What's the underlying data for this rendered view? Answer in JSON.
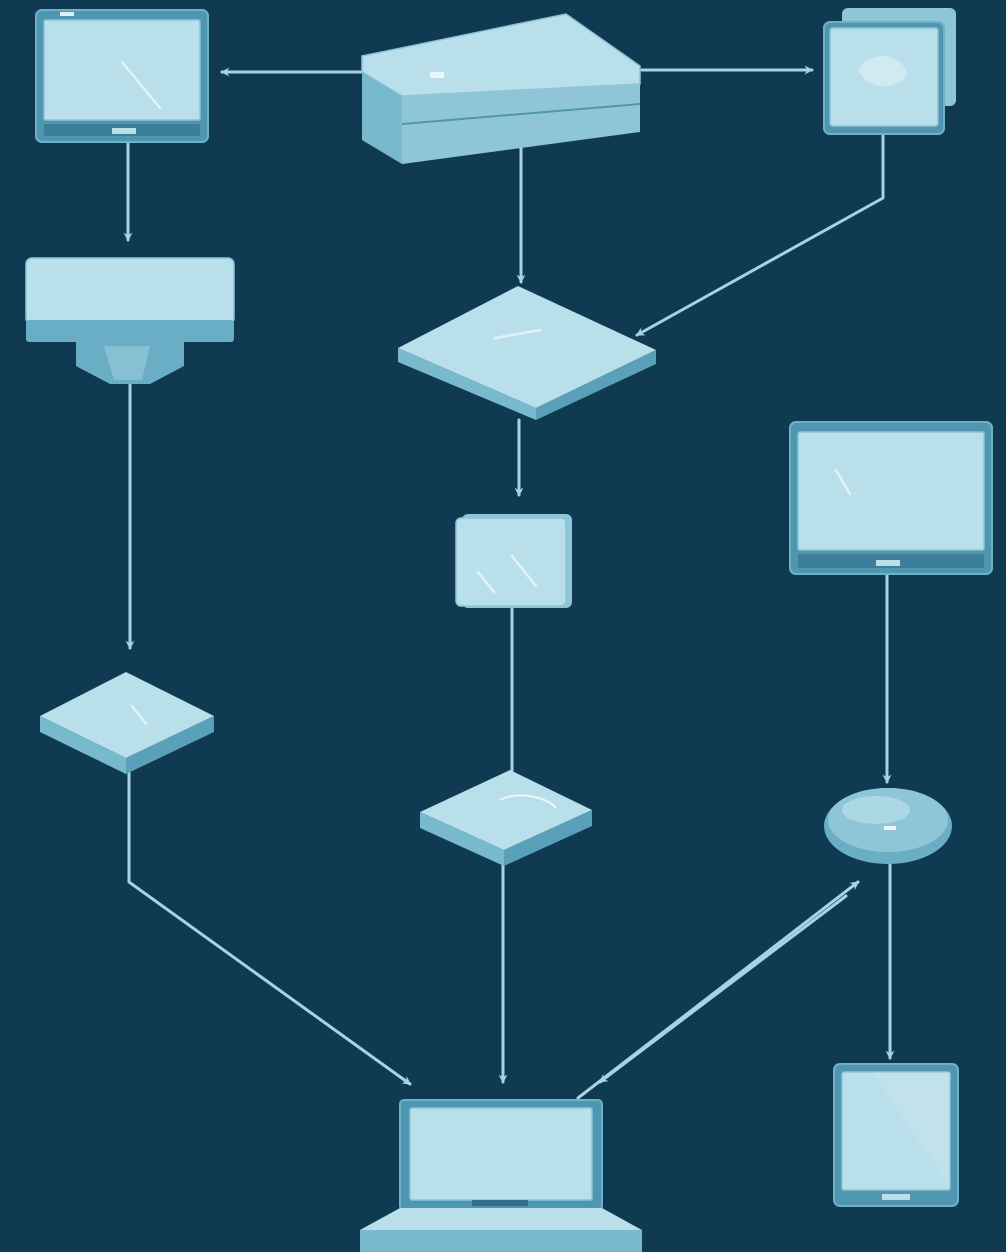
{
  "diagram": {
    "background_color": "#0f3a52",
    "node_fill_color": "#b9dfeb",
    "edge_color": "#a9d3e2",
    "nodes": [
      {
        "id": "monitor-top-left",
        "icon": "monitor-icon"
      },
      {
        "id": "server-top",
        "icon": "server-box-icon"
      },
      {
        "id": "tablet-top-right",
        "icon": "stacked-tablet-icon"
      },
      {
        "id": "router-left",
        "icon": "router-block-icon"
      },
      {
        "id": "diamond-center",
        "icon": "diamond-decision-icon"
      },
      {
        "id": "small-box-center",
        "icon": "box-icon"
      },
      {
        "id": "monitor-right",
        "icon": "monitor-icon"
      },
      {
        "id": "diamond-left",
        "icon": "diamond-decision-icon"
      },
      {
        "id": "diamond-center-lower",
        "icon": "diamond-decision-icon"
      },
      {
        "id": "oval-right",
        "icon": "oval-node-icon"
      },
      {
        "id": "laptop-bottom",
        "icon": "laptop-icon"
      },
      {
        "id": "tablet-bottom-right",
        "icon": "tablet-icon"
      }
    ],
    "edges": [
      {
        "from": "server-top",
        "to": "monitor-top-left"
      },
      {
        "from": "server-top",
        "to": "tablet-top-right"
      },
      {
        "from": "server-top",
        "to": "diamond-center"
      },
      {
        "from": "tablet-top-right",
        "to": "diamond-center"
      },
      {
        "from": "monitor-top-left",
        "to": "router-left"
      },
      {
        "from": "router-left",
        "to": "diamond-left"
      },
      {
        "from": "diamond-center",
        "to": "small-box-center"
      },
      {
        "from": "small-box-center",
        "to": "diamond-center-lower"
      },
      {
        "from": "diamond-center-lower",
        "to": "laptop-bottom"
      },
      {
        "from": "diamond-left",
        "to": "laptop-bottom"
      },
      {
        "from": "monitor-right",
        "to": "oval-right"
      },
      {
        "from": "oval-right",
        "to": "laptop-bottom"
      },
      {
        "from": "laptop-bottom",
        "to": "oval-right"
      },
      {
        "from": "oval-right",
        "to": "tablet-bottom-right"
      }
    ]
  }
}
